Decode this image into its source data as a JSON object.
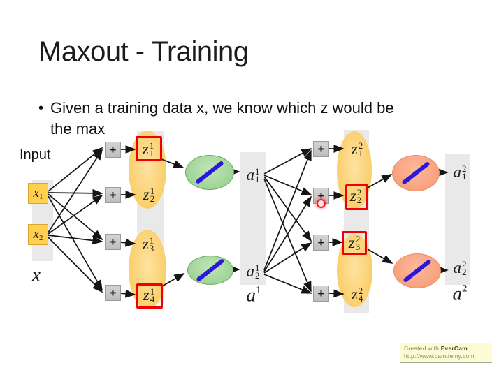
{
  "slide": {
    "title": "Maxout - Training",
    "bullet_marker": "•",
    "bullet_text_line1": "Given a training data x, we know which z would be",
    "bullet_text_line2": "the max",
    "input_label": "Input"
  },
  "network": {
    "plus": "+",
    "inputs": [
      {
        "base": "x",
        "sub": "1"
      },
      {
        "base": "x",
        "sub": "2"
      }
    ],
    "input_vector": {
      "base": "x"
    },
    "layer1": {
      "z": [
        {
          "base": "z",
          "sub": "1",
          "sup": "1",
          "boxed": true
        },
        {
          "base": "z",
          "sub": "2",
          "sup": "1",
          "boxed": false
        },
        {
          "base": "z",
          "sub": "3",
          "sup": "1",
          "boxed": false
        },
        {
          "base": "z",
          "sub": "4",
          "sup": "1",
          "boxed": true
        }
      ],
      "a": [
        {
          "base": "a",
          "sub": "1",
          "sup": "1"
        },
        {
          "base": "a",
          "sub": "2",
          "sup": "1"
        }
      ],
      "a_vector": {
        "base": "a",
        "sup": "1"
      }
    },
    "layer2": {
      "z": [
        {
          "base": "z",
          "sub": "1",
          "sup": "2",
          "boxed": false
        },
        {
          "base": "z",
          "sub": "2",
          "sup": "2",
          "boxed": true
        },
        {
          "base": "z",
          "sub": "3",
          "sup": "2",
          "boxed": true
        },
        {
          "base": "z",
          "sub": "4",
          "sup": "2",
          "boxed": false
        }
      ],
      "a": [
        {
          "base": "a",
          "sub": "1",
          "sup": "2"
        },
        {
          "base": "a",
          "sub": "2",
          "sup": "2"
        }
      ],
      "a_vector": {
        "base": "a",
        "sup": "2"
      }
    }
  },
  "watermark": {
    "prefix": "Created with ",
    "brand": "EverCam",
    "suffix": ".",
    "url": "http://www.camdemy.com"
  },
  "colors": {
    "group_ellipse_yellow": "#fbd172",
    "activation_green": "#a0d497",
    "activation_salmon": "#f8a07a",
    "activation_line_blue": "#2c17dd",
    "max_highlight_red": "#f10000",
    "input_box_yellow": "#ffd04e",
    "column_gray": "#e9e9e9",
    "plus_node_gray": "#c8c8c8",
    "laser_red": "#ff1515"
  }
}
